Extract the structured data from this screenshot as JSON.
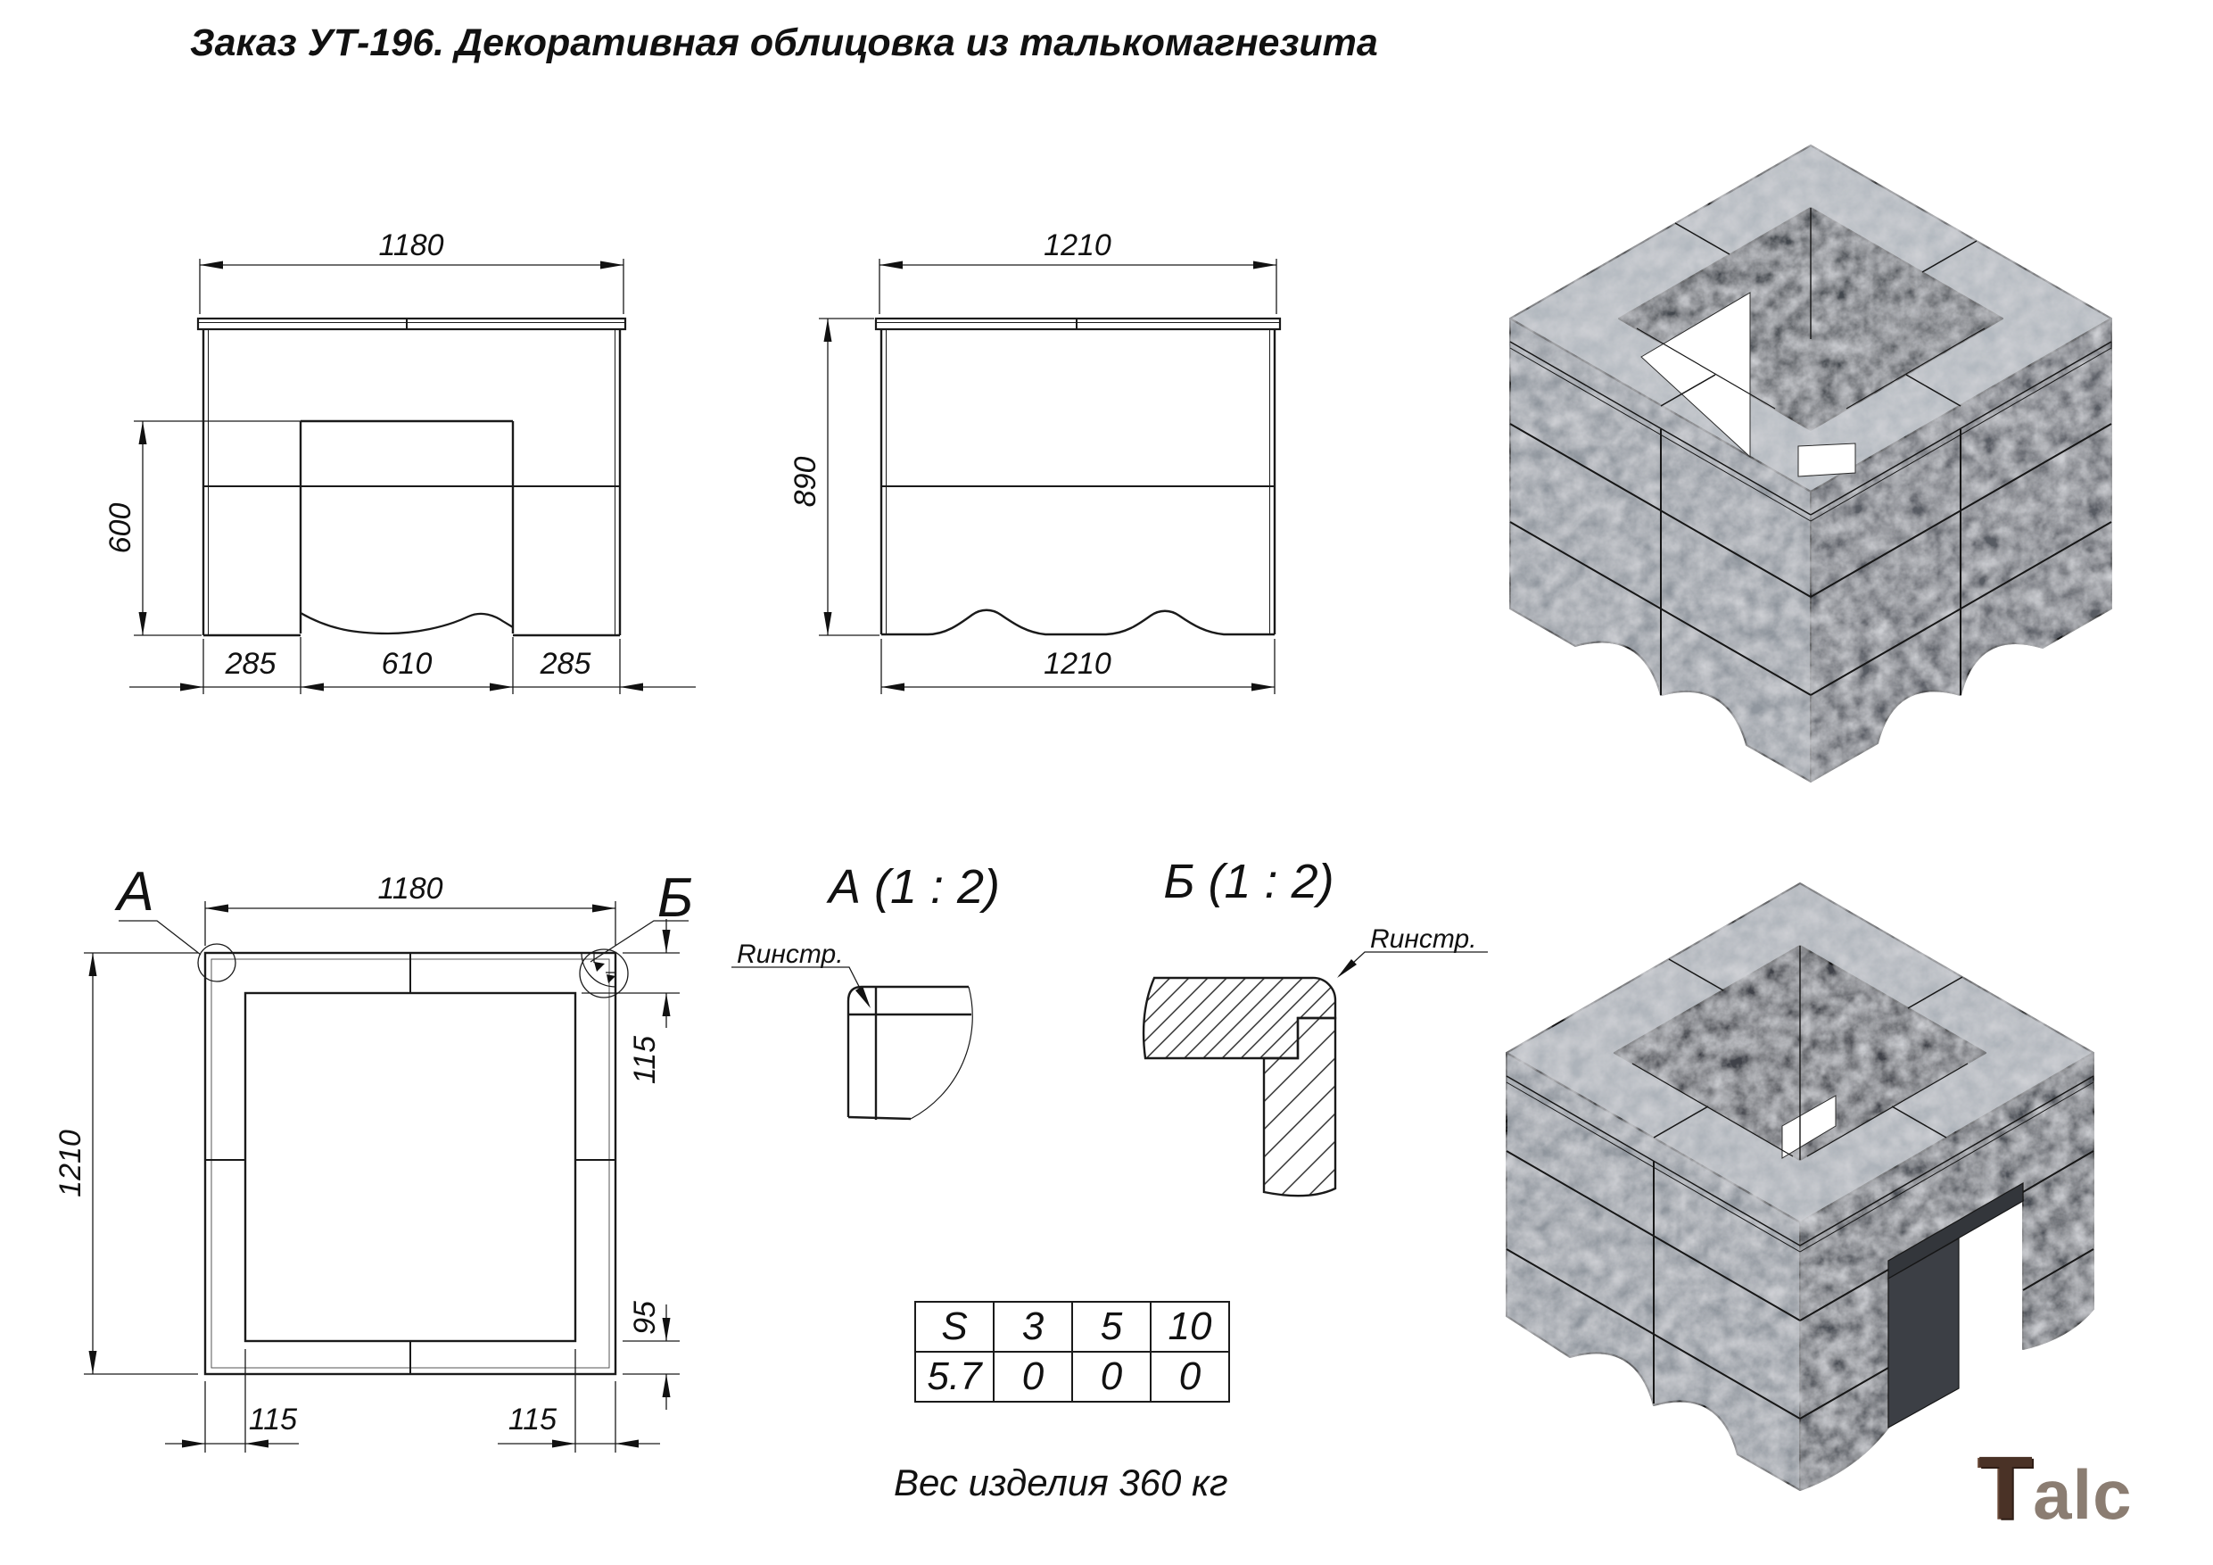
{
  "title": "Заказ УТ-196. Декоративная облицовка из талькомагнезита",
  "front_view": {
    "width": "1180",
    "height": "600",
    "seg_left": "285",
    "seg_center": "610",
    "seg_right": "285"
  },
  "side_view": {
    "width_top": "1210",
    "height": "890",
    "width_bottom": "1210"
  },
  "plan_view": {
    "width": "1180",
    "height": "1210",
    "label_a": "А",
    "label_b": "Б",
    "wall_top_right": "115",
    "wall_bottom_right": "95",
    "wall_bottom_left": "115",
    "wall_bottom_right_h": "115"
  },
  "detail_a": {
    "title": "А (1 : 2)",
    "radius_label": "Rинстр."
  },
  "detail_b": {
    "title": "Б (1 : 2)",
    "radius_label": "Rинстр."
  },
  "surface_table": {
    "headers": [
      "S",
      "3",
      "5",
      "10"
    ],
    "values": [
      "5.7",
      "0",
      "0",
      "0"
    ]
  },
  "weight_note": "Вес изделия 360 кг",
  "logo": {
    "t": "T",
    "alc": "alc"
  }
}
